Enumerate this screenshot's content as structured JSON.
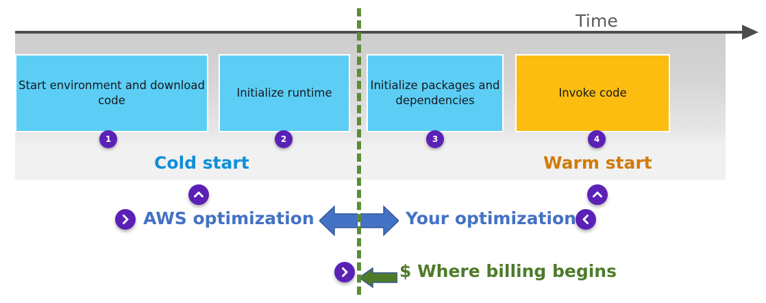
{
  "diagram": {
    "title_axis": "Time",
    "colors": {
      "cold_blue": "#5ccef5",
      "warm_orange": "#fcbc10",
      "badge_purple": "#5b21b6",
      "cold_text": "#0d8fd9",
      "warm_text": "#d17a0a",
      "optimization_blue": "#4472c4",
      "billing_green": "#4e7b2a",
      "divider_green": "#5b8c36",
      "axis_gray": "#4d4d4d",
      "band_gray": "#d5d5d5"
    },
    "stages": [
      {
        "number": "1",
        "label": "Start environment and download code",
        "phase": "cold"
      },
      {
        "number": "2",
        "label": "Initialize runtime",
        "phase": "cold"
      },
      {
        "number": "3",
        "label": "Initialize packages and dependencies",
        "phase": "cold"
      },
      {
        "number": "4",
        "label": "Invoke code",
        "phase": "warm"
      }
    ],
    "phase_labels": {
      "cold": "Cold start",
      "warm": "Warm start"
    },
    "optimization": {
      "left_label": "AWS optimization",
      "right_label": "Your optimization"
    },
    "billing": {
      "currency_symbol": "$",
      "label": "Where billing begins",
      "full_label": "$ Where billing begins"
    },
    "icons": {
      "chevron_up": "chevron-up-icon",
      "chevron_right": "chevron-right-icon",
      "chevron_left": "chevron-left-icon",
      "arrow_right_axis": "arrow-right-icon",
      "arrow_left_blue": "arrow-left-icon",
      "arrow_right_blue": "arrow-right-icon",
      "arrow_left_green": "arrow-left-icon"
    }
  }
}
